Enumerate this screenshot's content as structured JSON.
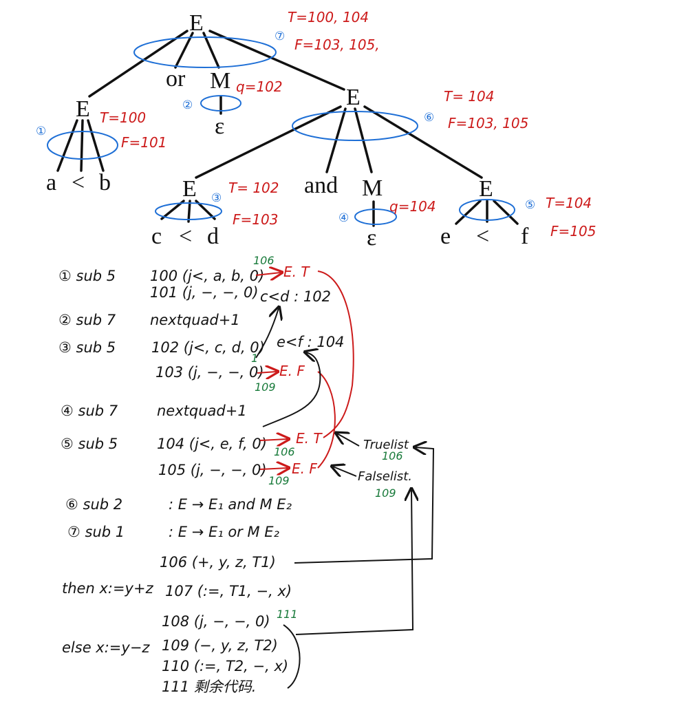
{
  "tree": {
    "root": "E",
    "or_label": "or",
    "m1": "M",
    "eps1": "ε",
    "left_e": "E",
    "a": "a",
    "lt1": "<",
    "b": "b",
    "right_e": "E",
    "e_cd": "E",
    "c": "c",
    "lt2": "<",
    "d": "d",
    "and_label": "and",
    "m2": "M",
    "eps2": "ε",
    "e_ef": "E",
    "e": "e",
    "lt3": "<",
    "f": "f"
  },
  "annotations": {
    "root_t": "T=100, 104",
    "root_f": "F=103, 105,",
    "leftE_t": "T=100",
    "leftE_f": "F=101",
    "m1_q": "q=102",
    "rightE_t": "T= 104",
    "rightE_f": "F=103, 105",
    "ecd_t": "T= 102",
    "ecd_f": "F=103",
    "m2_q": "q=104",
    "eef_t": "T=104",
    "eef_f": "F=105"
  },
  "step_circles": [
    "①",
    "②",
    "③",
    "④",
    "⑤",
    "⑥",
    "⑦"
  ],
  "steps": {
    "s1": "① sub 5",
    "s2": "② sub 7",
    "s3": "③ sub 5",
    "s4": "④ sub 7",
    "s5": "⑤ sub 5",
    "s6": "⑥ sub 2",
    "s7": "⑦ sub 1"
  },
  "code": {
    "q100": "100 (j<, a, b, 0)",
    "q101": "101 (j, −, −, 0)",
    "q101_note": "c<d : 102",
    "nq1": "nextquad+1",
    "q102": "102 (j<, c, d, 0)",
    "q102_note": "e<f : 104",
    "q103": "103 (j, −, −, 0)",
    "nq2": "nextquad+1",
    "q104": "104 (j<, e, f, 0)",
    "q105": "105 (j, −, −, 0)",
    "prod_and": ": E → E₁ and M E₂",
    "prod_or": ": E → E₁ or M E₂",
    "q106": "106 (+, y, z, T1)",
    "then_label": "then x:=y+z",
    "q107": "107 (:=, T1, −, x)",
    "q108": "108 (j, −, −, 0)",
    "else_label": "else x:=y−z",
    "q109": "109 (−, y, z, T2)",
    "q110": "110 (:=, T2, −, x)",
    "q111": "111 剩余代码."
  },
  "red_notes": {
    "et1": "E. T",
    "ef1": "E. F",
    "et2": "E. T",
    "ef2": "E. F"
  },
  "green_notes": {
    "g106a": "106",
    "g1a": "1",
    "g109a": "109",
    "g106b": "106",
    "g109b": "109",
    "g106c": "106",
    "g109c": "109",
    "g111": "111"
  },
  "lists": {
    "truelist": "Truelist",
    "falselist": "Falselist."
  },
  "colors": {
    "red": "#cc1a1a",
    "blue": "#1e6fd6",
    "green": "#187a3a",
    "black": "#141414"
  }
}
